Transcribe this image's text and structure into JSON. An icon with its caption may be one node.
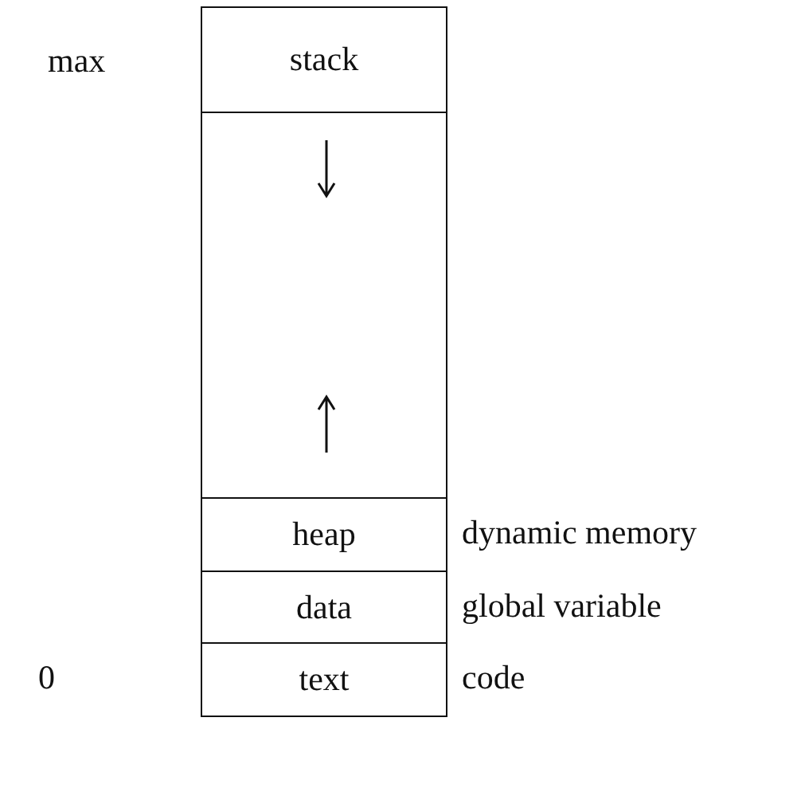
{
  "diagram": {
    "nodes": [
      {
        "text": [
          "stack"
        ]
      },
      {
        "text": [],
        "shape": "box"
      },
      {
        "text": [
          "heap"
        ],
        "beside": [
          "dynamic memory"
        ]
      },
      {
        "text": [
          "data"
        ],
        "beside": [
          "global variable"
        ]
      },
      {
        "text": [
          "text"
        ],
        "beside": [
          "code"
        ]
      }
    ],
    "labels": [
      "max",
      "0"
    ]
  }
}
